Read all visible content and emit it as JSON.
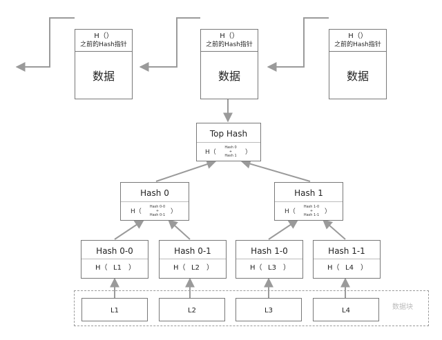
{
  "blocks": [
    {
      "h_label": "H（）",
      "prev_label": "之前的Hash指针",
      "data_label": "数据"
    },
    {
      "h_label": "H（）",
      "prev_label": "之前的Hash指针",
      "data_label": "数据"
    },
    {
      "h_label": "H（）",
      "prev_label": "之前的Hash指针",
      "data_label": "数据"
    }
  ],
  "top_hash": {
    "title": "Top Hash",
    "fn": "H（",
    "top": "Hash 0",
    "plus": "+",
    "bottom": "Hash 1",
    "close": "）"
  },
  "mid_nodes": [
    {
      "title": "Hash 0",
      "fn": "H（",
      "top": "Hash 0-0",
      "plus": "+",
      "bottom": "Hash 0-1",
      "close": "）"
    },
    {
      "title": "Hash 1",
      "fn": "H（",
      "top": "Hash 1-0",
      "plus": "+",
      "bottom": "Hash 1-1",
      "close": "）"
    }
  ],
  "leaf_hashes": [
    {
      "title": "Hash 0-0",
      "fn": "H（",
      "arg": "L1",
      "close": "）"
    },
    {
      "title": "Hash 0-1",
      "fn": "H（",
      "arg": "L2",
      "close": "）"
    },
    {
      "title": "Hash 1-0",
      "fn": "H（",
      "arg": "L3",
      "close": "）"
    },
    {
      "title": "Hash 1-1",
      "fn": "H（",
      "arg": "L4",
      "close": "）"
    }
  ],
  "leaves": [
    "L1",
    "L2",
    "L3",
    "L4"
  ],
  "watermark": "数据块",
  "colors": {
    "line": "#9a9a9a",
    "border": "#777777"
  }
}
